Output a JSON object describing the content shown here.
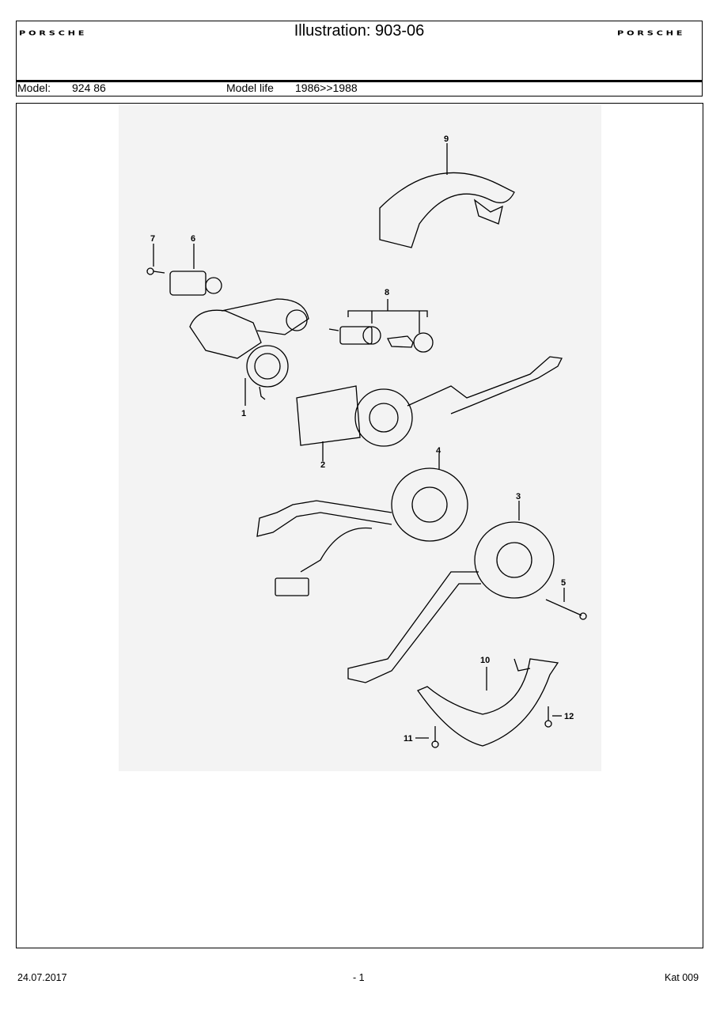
{
  "header": {
    "brand_left": "PORSCHE",
    "brand_right": "PORSCHE",
    "title": "Illustration: 903-06",
    "model_label": "Model:",
    "model_value": "924 86",
    "model_life_label": "Model life",
    "model_life_value": "1986>>1988"
  },
  "diagram": {
    "callouts": [
      "1",
      "2",
      "3",
      "4",
      "5",
      "6",
      "7",
      "8",
      "9",
      "10",
      "11",
      "12"
    ]
  },
  "footer": {
    "date": "24.07.2017",
    "page": "- 1",
    "catalog": "Kat 009"
  }
}
